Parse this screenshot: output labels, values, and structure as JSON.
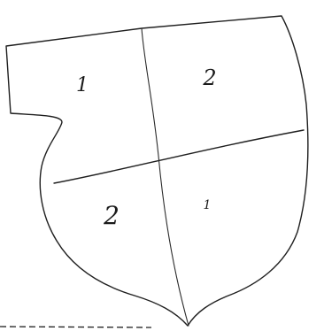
{
  "diagram": {
    "regions": [
      {
        "id": "top-left",
        "label": "1"
      },
      {
        "id": "top-right",
        "label": "2"
      },
      {
        "id": "bottom-left",
        "label": "2"
      },
      {
        "id": "bottom-right",
        "label": "1"
      }
    ]
  }
}
